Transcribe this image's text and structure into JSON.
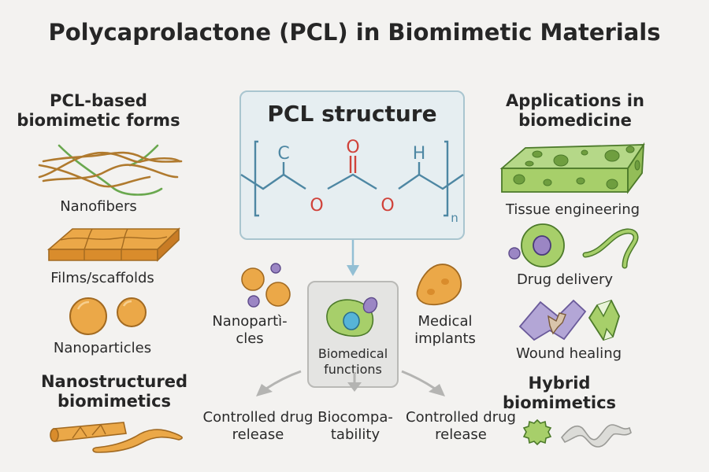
{
  "title": "Polycaprolactone (PCL) in Biomimetic Materials",
  "left_column": {
    "heading": "PCL-based biomimetic forms",
    "items": [
      {
        "label": "Nanofibers",
        "icon": "nanofibers-icon"
      },
      {
        "label": "Films/scaffolds",
        "icon": "scaffold-icon"
      },
      {
        "label": "Nanoparticles",
        "icon": "nanoparticles-icon"
      }
    ],
    "subheading": "Nanostructured biomimetics",
    "sub_icon": "nanotubes-icon"
  },
  "center": {
    "structure_title": "PCL structure",
    "atoms": {
      "c": "C",
      "o_top": "O",
      "o1": "O",
      "o2": "O",
      "h": "H",
      "subscript": "n"
    },
    "nanoparticles_label": "Nanopartì-cles",
    "medical_implants_label": "Medical implants",
    "biomedical_functions_label": "Biomedical functions",
    "outputs": [
      "Controlled drug release",
      "Biocompa-tability",
      "Controlled drug release"
    ]
  },
  "right_column": {
    "heading": "Applications in biomedicine",
    "items": [
      {
        "label": "Tissue engineering",
        "icon": "tissue-scaffold-icon"
      },
      {
        "label": "Drug delivery",
        "icon": "cell-delivery-icon"
      },
      {
        "label": "Wound healing",
        "icon": "wound-dressing-icon"
      }
    ],
    "subheading": "Hybrid biomimetics",
    "sub_icon": "hybrid-material-icon"
  },
  "colors": {
    "orange": "#e8a13e",
    "orange_dark": "#b57424",
    "green": "#a7cf6a",
    "green_dark": "#5f8f35",
    "purple": "#9b86c4",
    "blue_bond": "#4e87a3",
    "red_atom": "#d0423a",
    "box_bg": "#e6eef1",
    "arrow_gray": "#b4b4b2"
  }
}
